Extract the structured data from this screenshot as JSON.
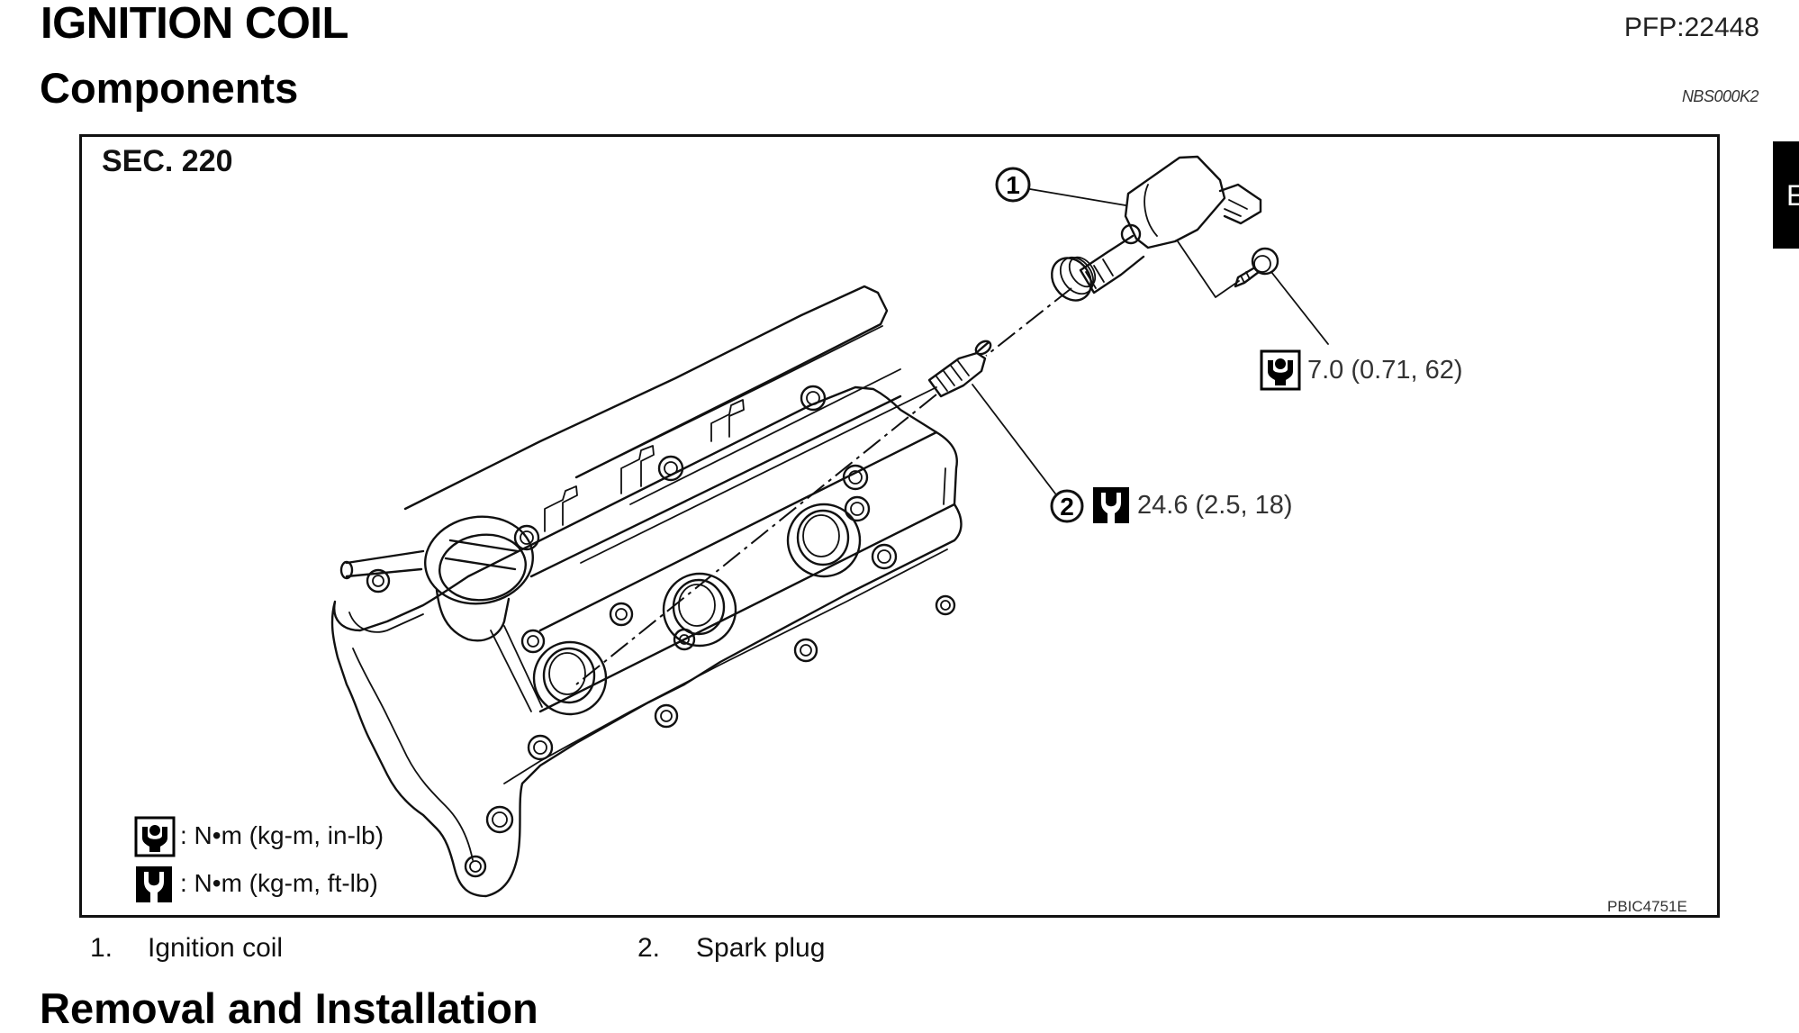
{
  "header": {
    "section_title": "IGNITION COIL",
    "pfp_code": "PFP:22448",
    "subsection_title": "Components",
    "doc_id": "NBS000K2"
  },
  "side_tab": {
    "label": "E"
  },
  "figure": {
    "section_label": "SEC. 220",
    "figure_code": "PBIC4751E",
    "callouts": [
      {
        "number": "1",
        "part": "ignition-coil"
      },
      {
        "number": "2",
        "part": "spark-plug"
      }
    ],
    "torques": [
      {
        "icon": "torque-in-lb-icon",
        "value": "7.0 (0.71, 62)"
      },
      {
        "icon": "torque-ft-lb-icon",
        "value": "24.6 (2.5, 18)"
      }
    ],
    "legend": [
      {
        "icon": "torque-in-lb-icon",
        "text": ": N•m (kg-m, in-lb)"
      },
      {
        "icon": "torque-ft-lb-icon",
        "text": ": N•m (kg-m, ft-lb)"
      }
    ]
  },
  "captions": [
    {
      "number": "1.",
      "label": "Ignition coil"
    },
    {
      "number": "2.",
      "label": "Spark plug"
    }
  ],
  "next_section": {
    "title": "Removal and Installation"
  },
  "colors": {
    "ink": "#111111",
    "background": "#ffffff",
    "tab": "#000000"
  }
}
